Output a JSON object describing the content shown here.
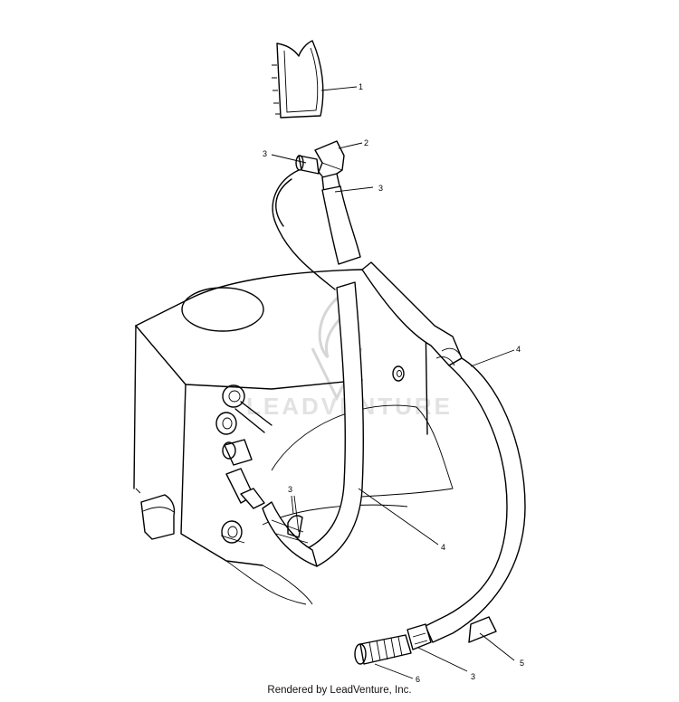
{
  "watermark": {
    "text": "LEADVENTURE"
  },
  "callouts": [
    {
      "id": "c1",
      "label": "1"
    },
    {
      "id": "c2",
      "label": "2"
    },
    {
      "id": "c3a",
      "label": "3"
    },
    {
      "id": "c3b",
      "label": "3"
    },
    {
      "id": "c4a",
      "label": "4"
    },
    {
      "id": "c3c",
      "label": "3"
    },
    {
      "id": "c4b",
      "label": "4"
    },
    {
      "id": "c5",
      "label": "5"
    },
    {
      "id": "c3d",
      "label": "3"
    },
    {
      "id": "c6",
      "label": "6"
    }
  ],
  "footer": {
    "credit": "Rendered by LeadVenture, Inc."
  }
}
